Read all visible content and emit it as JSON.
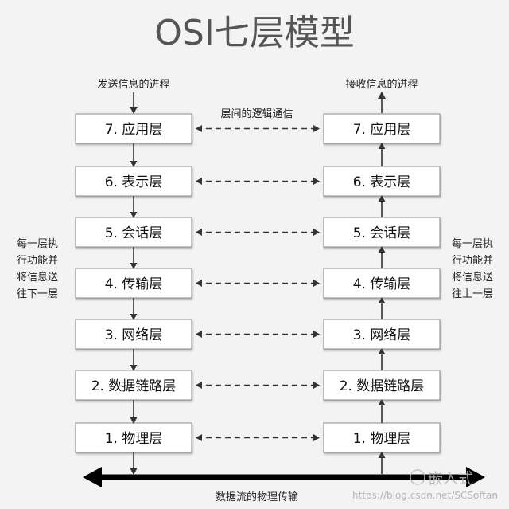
{
  "title": "OSI七层模型",
  "send_label": "发送信息的进程",
  "receive_label": "接收信息的进程",
  "logical_comm_label": "层间的逻辑通信",
  "left_note": [
    "每一层执",
    "行功能并",
    "将信息送",
    "往下一层"
  ],
  "right_note": [
    "每一层执",
    "行功能并",
    "将信息送",
    "往上一层"
  ],
  "layers": [
    "7. 应用层",
    "6. 表示层",
    "5. 会话层",
    "4. 传输层",
    "3. 网络层",
    "2. 数据链路层",
    "1. 物理层"
  ],
  "physical_label": "数据流的物理传输",
  "watermark": {
    "url": "https://blog.csdn.net/SCSoftan",
    "brand": "嵌入式"
  },
  "colors": {
    "background": "#f3f3f3",
    "box_fill": "#ffffff",
    "box_border": "#8a8a8a",
    "arrow": "#333333",
    "bus": "#000000",
    "title": "#555555"
  }
}
